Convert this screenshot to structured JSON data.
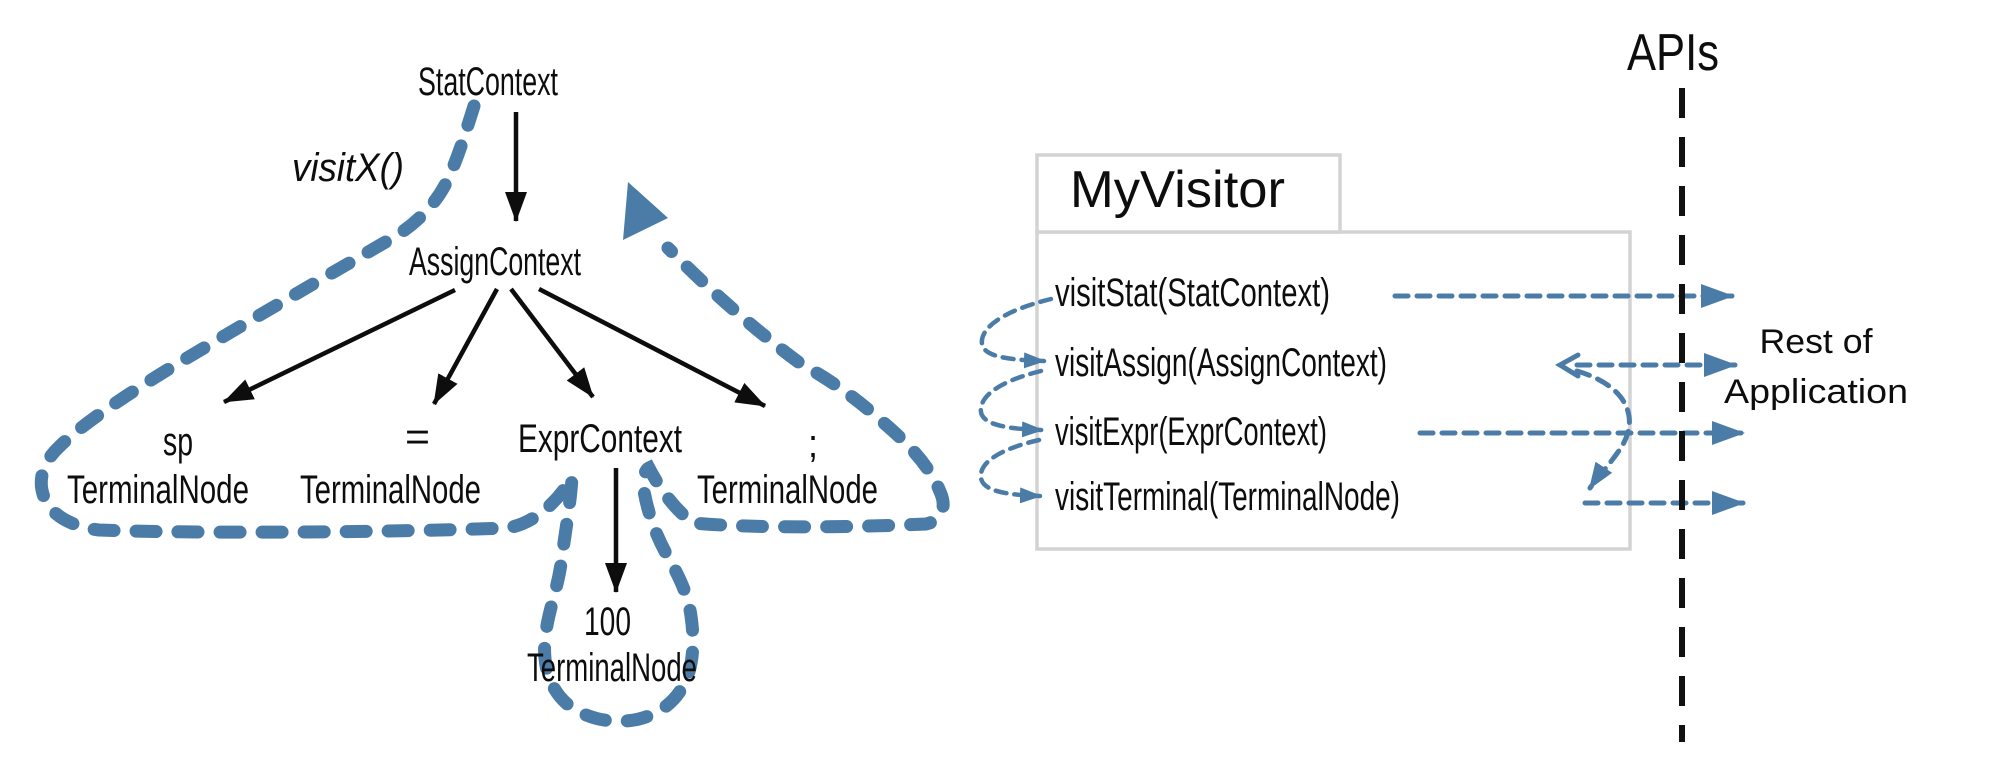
{
  "figure": {
    "parse_tree": {
      "visit_call_label": "visitX()",
      "root_node": "StatContext",
      "assign_node": "AssignContext",
      "child1_token": "sp",
      "child1_type": "TerminalNode",
      "child2_token": "=",
      "child2_type": "TerminalNode",
      "child3_node": "ExprContext",
      "child4_token": ";",
      "child4_type": "TerminalNode",
      "expr_leaf_token": "100",
      "expr_leaf_type": "TerminalNode"
    },
    "visitor_class": {
      "title": "MyVisitor",
      "methods": [
        "visitStat(StatContext)",
        "visitAssign(AssignContext)",
        "visitExpr(ExprContext)",
        "visitTerminal(TerminalNode)"
      ]
    },
    "api_boundary_label": "APIs",
    "rest_of_application": {
      "line1": "Rest of",
      "line2": "Application"
    },
    "colors": {
      "walk_path_blue": "#4b7ca7",
      "box_border_gray": "#d3d3d3",
      "text_black": "#0d0d0d"
    }
  }
}
